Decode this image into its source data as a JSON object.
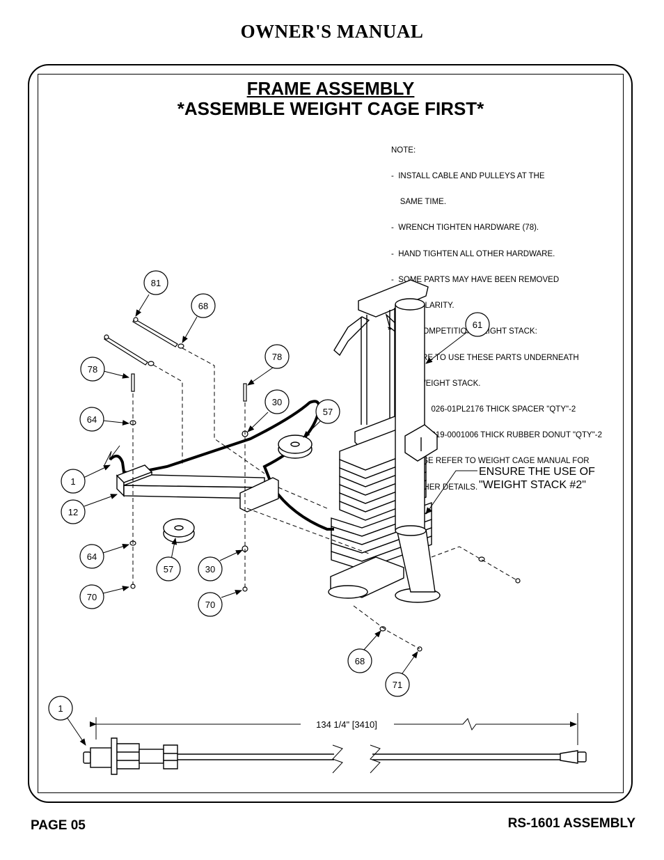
{
  "header": {
    "title": "OWNER'S MANUAL"
  },
  "section": {
    "title_line1": "FRAME ASSEMBLY",
    "title_line2": "*ASSEMBLE WEIGHT CAGE FIRST*"
  },
  "notes": {
    "heading": "NOTE:",
    "lines": [
      "-  INSTALL CABLE AND PULLEYS AT THE",
      "    SAME TIME.",
      "-  WRENCH TIGHTEN HARDWARE (78).",
      "-  HAND TIGHTEN ALL OTHER HARDWARE.",
      "-  SOME PARTS MAY HAVE BEEN REMOVED",
      "    FOR CLARITY.",
      "   FOR COMPETITION WEIGHT STACK:",
      "   BE SURE TO USE THESE PARTS UNDERNEATH",
      "    THE WEIGHT STACK.",
      "                  026-01PL2176 THICK SPACER \"QTY\"-2",
      "                  019-0001006 THICK RUBBER DONUT \"QTY\"-2",
      "     PLEASE REFER TO WEIGHT CAGE MANUAL FOR",
      "     FURTHER DETAILS."
    ],
    "star": "*"
  },
  "callouts": {
    "c81": "81",
    "c68a": "68",
    "c78a": "78",
    "c78b": "78",
    "c61": "61",
    "c64a": "64",
    "c30a": "30",
    "c57a": "57",
    "c1a": "1",
    "c12": "12",
    "c64b": "64",
    "c57b": "57",
    "c30b": "30",
    "c70a": "70",
    "c70b": "70",
    "c68b": "68",
    "c71": "71",
    "c1b": "1"
  },
  "labels": {
    "weight_stack_line1": "ENSURE THE USE OF",
    "weight_stack_line2": "\"WEIGHT STACK #2\""
  },
  "dimension": {
    "text": "134 1/4\" [3410]"
  },
  "footer": {
    "page": "PAGE 05",
    "doc": "RS-1601 ASSEMBLY"
  }
}
